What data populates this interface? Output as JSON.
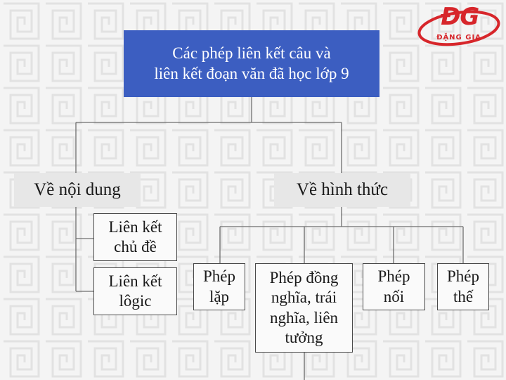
{
  "logo": {
    "mark": "ĐG",
    "text": "ĐẶNG GIA",
    "color": "#d7262b"
  },
  "diagram": {
    "root": {
      "label": "Các phép liên kết câu và\nliên kết đoạn văn đã học lớp 9",
      "color": "#3c5ec1"
    },
    "content": {
      "label": "Về nội dung",
      "items": [
        {
          "label": "Liên kết\nchủ đề"
        },
        {
          "label": "Liên kết\nlôgic"
        }
      ]
    },
    "form": {
      "label": "Về hình thức",
      "items": [
        {
          "label": "Phép\nlặp"
        },
        {
          "label": "Phép đồng\nnghĩa, trái\nnghĩa, liên\ntưởng"
        },
        {
          "label": "Phép\nnối"
        },
        {
          "label": "Phép\nthế"
        }
      ]
    }
  }
}
